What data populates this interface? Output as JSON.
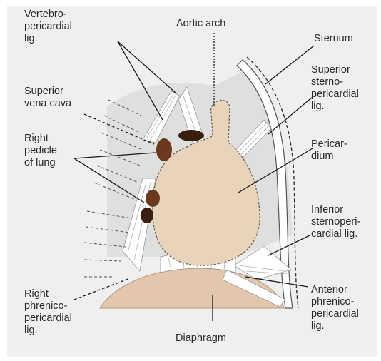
{
  "labels": {
    "vertebro_pericardial": "Vertebro-\npericardial\nlig.",
    "aortic_arch": "Aortic arch",
    "sternum": "Sternum",
    "superior_sterno_pericardial": "Superior\nsterno-\npericardial\nlig.",
    "superior_vena_cava": "Superior\nvena cava",
    "right_pedicle_of_lung": "Right\npedicle\nof lung",
    "pericardium": "Pericar-\ndium",
    "inferior_sternopericardial": "Inferior\nsternoperi-\ncardial lig.",
    "right_phrenico_pericardial": "Right\nphrenico-\npericardial\nlig.",
    "anterior_phrenico_pericardial": "Anterior\nphrenico-\npericardial\nlig.",
    "diaphragm": "Diaphragm"
  },
  "colors": {
    "paper": "#efefef",
    "pericardium": "#e8d3bb",
    "diaphragm": "#e3c7ad",
    "ligament": "#ffffff",
    "ligament_stroke": "#8a8a8a",
    "vessel": "#6b3a1e",
    "vessel_dark": "#3a1e10",
    "ink": "#2a2a2a"
  }
}
